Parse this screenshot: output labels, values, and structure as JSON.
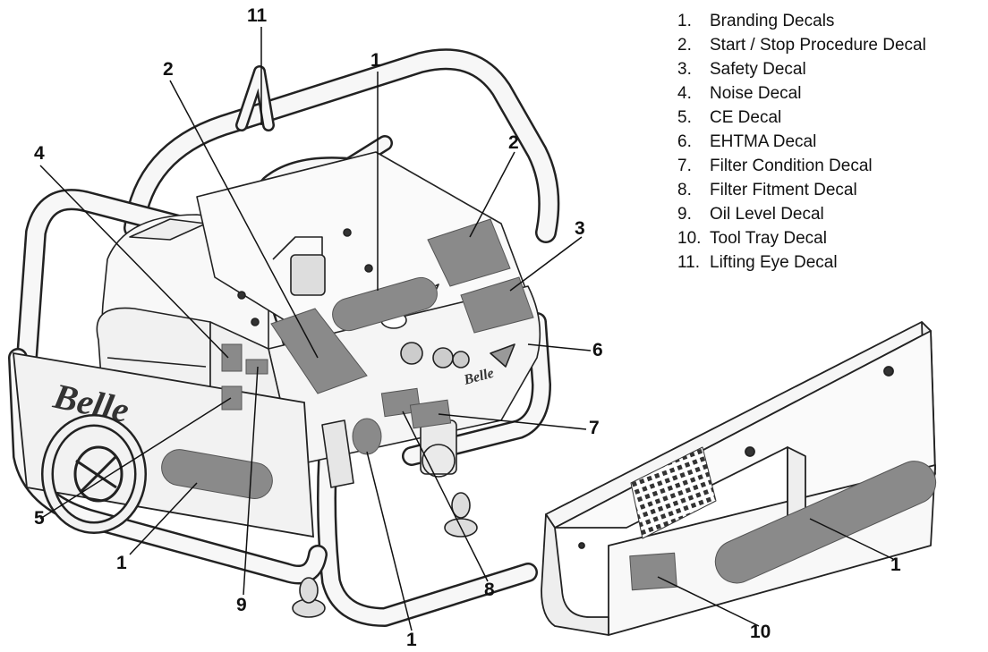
{
  "legend": [
    {
      "num": "1.",
      "text": "Branding Decals"
    },
    {
      "num": "2.",
      "text": "Start / Stop Procedure Decal"
    },
    {
      "num": "3.",
      "text": "Safety Decal"
    },
    {
      "num": "4.",
      "text": "Noise Decal"
    },
    {
      "num": "5.",
      "text": "CE Decal"
    },
    {
      "num": "6.",
      "text": "EHTMA Decal"
    },
    {
      "num": "7.",
      "text": "Filter Condition Decal"
    },
    {
      "num": "8.",
      "text": "Filter Fitment Decal"
    },
    {
      "num": "9.",
      "text": "Oil Level Decal"
    },
    {
      "num": "10.",
      "text": "Tool Tray Decal"
    },
    {
      "num": "11.",
      "text": "Lifting Eye Decal"
    }
  ],
  "callouts": {
    "c11": "11",
    "c2a": "2",
    "c1top": "1",
    "c4": "4",
    "c2b": "2",
    "c3": "3",
    "c6": "6",
    "c7": "7",
    "c5": "5",
    "c1left": "1",
    "c9": "9",
    "c1bottom": "1",
    "c8": "8",
    "c1tray": "1",
    "c10": "10"
  },
  "brand": {
    "frame_logo": "Belle",
    "panel_logo": "Belle"
  },
  "colors": {
    "line": "#222222",
    "decal": "#8a8a8a",
    "frame_fill": "#f4f4f4",
    "background": "#ffffff"
  }
}
